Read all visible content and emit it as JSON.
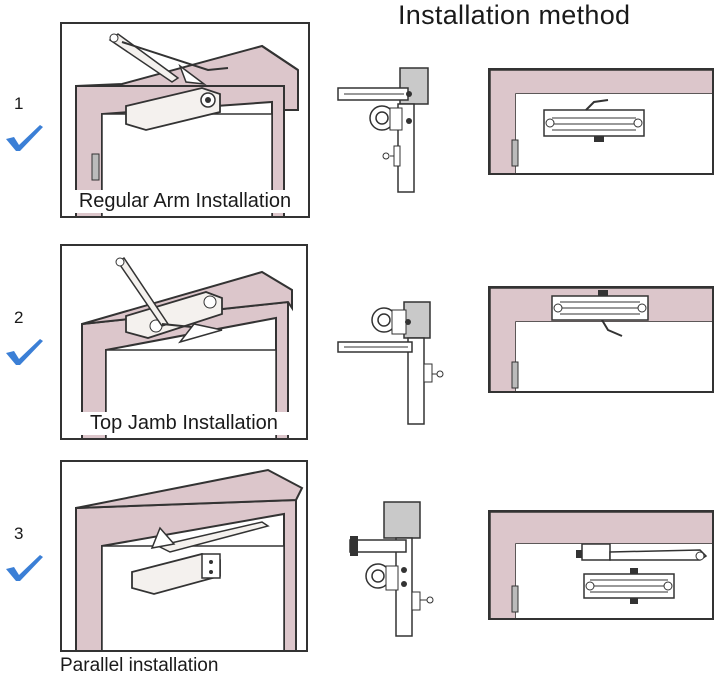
{
  "header": {
    "title": "Installation method"
  },
  "colors": {
    "wall": "#dcc6cb",
    "check": "#3b7fd6",
    "line": "#333333",
    "body": "#f4f1ee"
  },
  "methods": [
    {
      "number": "1",
      "caption": "Regular Arm Installation"
    },
    {
      "number": "2",
      "caption": "Top Jamb Installation"
    },
    {
      "number": "3",
      "caption": "Parallel installation"
    }
  ]
}
